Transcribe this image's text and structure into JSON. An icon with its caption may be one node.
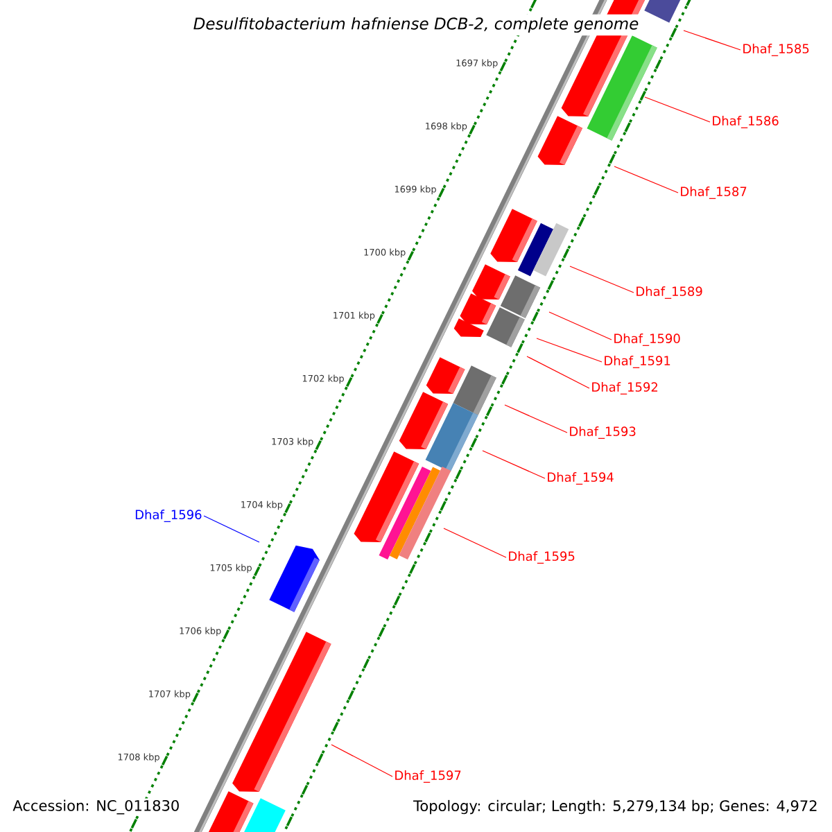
{
  "diagram": {
    "title": "Desulfitobacterium hafniense DCB-2, complete genome",
    "nodes": [
      {
        "text": [
          "Dhaf_1585"
        ]
      },
      {
        "text": [
          "Dhaf_1586"
        ]
      },
      {
        "text": [
          "Dhaf_1587"
        ]
      },
      {
        "text": [
          "Dhaf_1589"
        ]
      },
      {
        "text": [
          "Dhaf_1590"
        ]
      },
      {
        "text": [
          "Dhaf_1591"
        ]
      },
      {
        "text": [
          "Dhaf_1592"
        ]
      },
      {
        "text": [
          "Dhaf_1593"
        ]
      },
      {
        "text": [
          "Dhaf_1594"
        ]
      },
      {
        "text": [
          "Dhaf_1595"
        ]
      },
      {
        "text": [
          "Dhaf_1596"
        ]
      },
      {
        "text": [
          "Dhaf_1597"
        ]
      }
    ],
    "edges": [
      {
        "from": 0,
        "to": null,
        "arrow": "none"
      },
      {
        "from": 1,
        "to": null,
        "arrow": "none"
      },
      {
        "from": 2,
        "to": null,
        "arrow": "none"
      },
      {
        "from": 3,
        "to": null,
        "arrow": "none"
      },
      {
        "from": 4,
        "to": null,
        "arrow": "none"
      },
      {
        "from": 5,
        "to": null,
        "arrow": "none"
      },
      {
        "from": 6,
        "to": null,
        "arrow": "none"
      },
      {
        "from": 7,
        "to": null,
        "arrow": "none"
      },
      {
        "from": 8,
        "to": null,
        "arrow": "none"
      },
      {
        "from": 9,
        "to": null,
        "arrow": "none"
      },
      {
        "from": 10,
        "to": null,
        "arrow": "none",
        "color": "#0000ff"
      },
      {
        "from": 11,
        "to": null,
        "arrow": "none"
      }
    ],
    "labels": [
      "1697 kbp",
      "1698 kbp",
      "1699 kbp",
      "1700 kbp",
      "1701 kbp",
      "1702 kbp",
      "1703 kbp",
      "1704 kbp",
      "1705 kbp",
      "1706 kbp",
      "1707 kbp",
      "1708 kbp",
      "Accession: NC_011830",
      "Topology: circular; Length: 5,279,134 bp; Genes: 4,972"
    ]
  }
}
